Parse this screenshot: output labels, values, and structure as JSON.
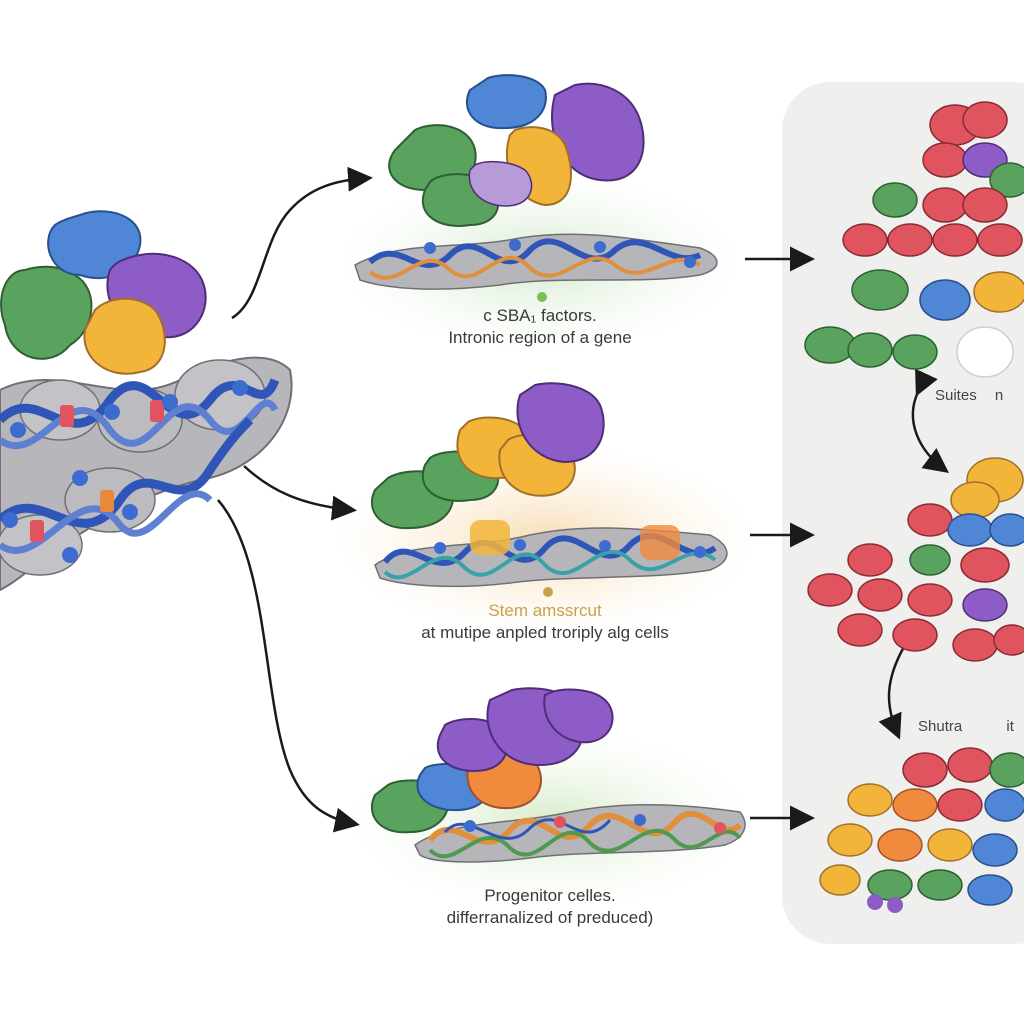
{
  "stages": [
    {
      "id": "stage-1",
      "line1": "c SBA₁ factors.",
      "line2": "Intronic region of a gene",
      "color": "#5fa85a"
    },
    {
      "id": "stage-2",
      "line1": "Stem amssrcut",
      "line2": "at mutipe anpled  troriply alg cells",
      "color": "#e6a23c"
    },
    {
      "id": "stage-3",
      "line1": "Progenitor celles.",
      "line2": "differranalized of preduced)",
      "color": "#6cb85e"
    }
  ],
  "right_panel": {
    "label_top": "Suites",
    "label_top_suffix": "n",
    "label_bottom": "Shutra",
    "label_bottom_suffix": "it"
  },
  "colors": {
    "protein_blue": "#4f86d6",
    "protein_green": "#5aa35e",
    "protein_purple": "#8e5cc7",
    "protein_yellow": "#f2b53a",
    "protein_red": "#e0545f",
    "protein_orange": "#f08a3c",
    "dna_blue": "#2f55b8",
    "histone_gray": "#9a9a9e",
    "panel_bg": "#f0f1f0",
    "arrow": "#1a1a1a"
  }
}
